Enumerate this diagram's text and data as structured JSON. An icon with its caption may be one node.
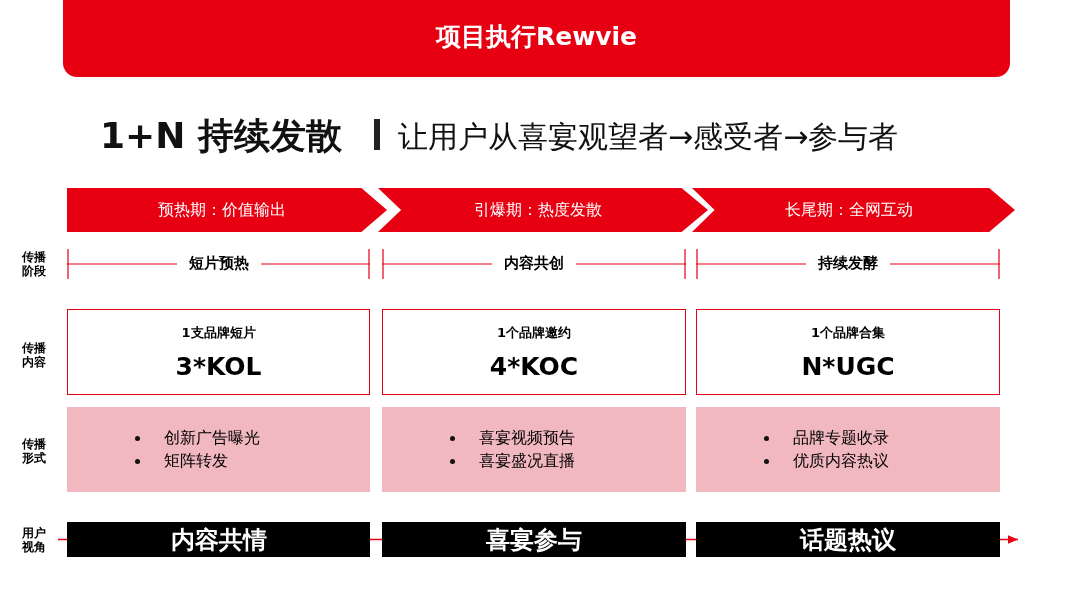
{
  "diagram": {
    "title": "项目执行Rewvie",
    "nodes": [
      {
        "text": [
          "预热期：价值输出"
        ]
      },
      {
        "text": [
          "引爆期：热度发散"
        ]
      },
      {
        "text": [
          "长尾期：全网互动"
        ]
      },
      {
        "text": [
          "1支品牌短片",
          "3*KOL"
        ]
      },
      {
        "text": [
          "1个品牌邀约",
          "4*KOC"
        ]
      },
      {
        "text": [
          "1个品牌合集",
          "N*UGC"
        ]
      },
      {
        "text": [
          "创新广告曝光",
          "矩阵转发"
        ]
      },
      {
        "text": [
          "喜宴视频预告",
          "喜宴盛况直播"
        ]
      },
      {
        "text": [
          "品牌专题收录",
          "优质内容热议"
        ]
      },
      {
        "text": [
          "内容共情"
        ]
      },
      {
        "text": [
          "喜宴参与"
        ]
      },
      {
        "text": [
          "话题热议"
        ]
      }
    ],
    "edges": [
      {
        "from": null,
        "to": 9,
        "arrow": "none",
        "color": "#e60012"
      },
      {
        "from": 9,
        "to": 10,
        "arrow": "none",
        "color": "#e60012"
      },
      {
        "from": 10,
        "to": 11,
        "arrow": "none",
        "color": "#e60012"
      },
      {
        "from": 11,
        "to": null,
        "arrow": "to",
        "color": "#e60012"
      }
    ],
    "labels": [
      "1+N 持续发散",
      "让用户从喜宴观望者→感受者→参与者",
      "传播阶段",
      "短片预热",
      "内容共创",
      "持续发酵",
      "传播内容",
      "传播形式",
      "用户视角"
    ]
  }
}
